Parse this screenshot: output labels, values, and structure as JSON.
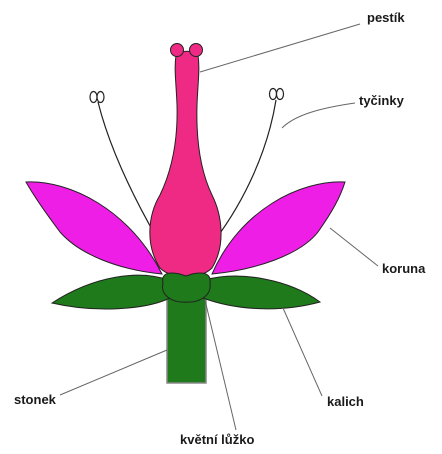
{
  "labels": {
    "pestik": "pestík",
    "tycinky": "tyčinky",
    "koruna": "koruna",
    "kalich": "kalich",
    "stonek": "stonek",
    "kvetni_luzko": "květní lůžko"
  },
  "colors": {
    "pistil": "#ee2a85",
    "petal": "#ee1ee6",
    "sepal": "#1e7a1a",
    "stem": "#1e7a1a",
    "outline": "#222222",
    "leader": "#666666"
  }
}
